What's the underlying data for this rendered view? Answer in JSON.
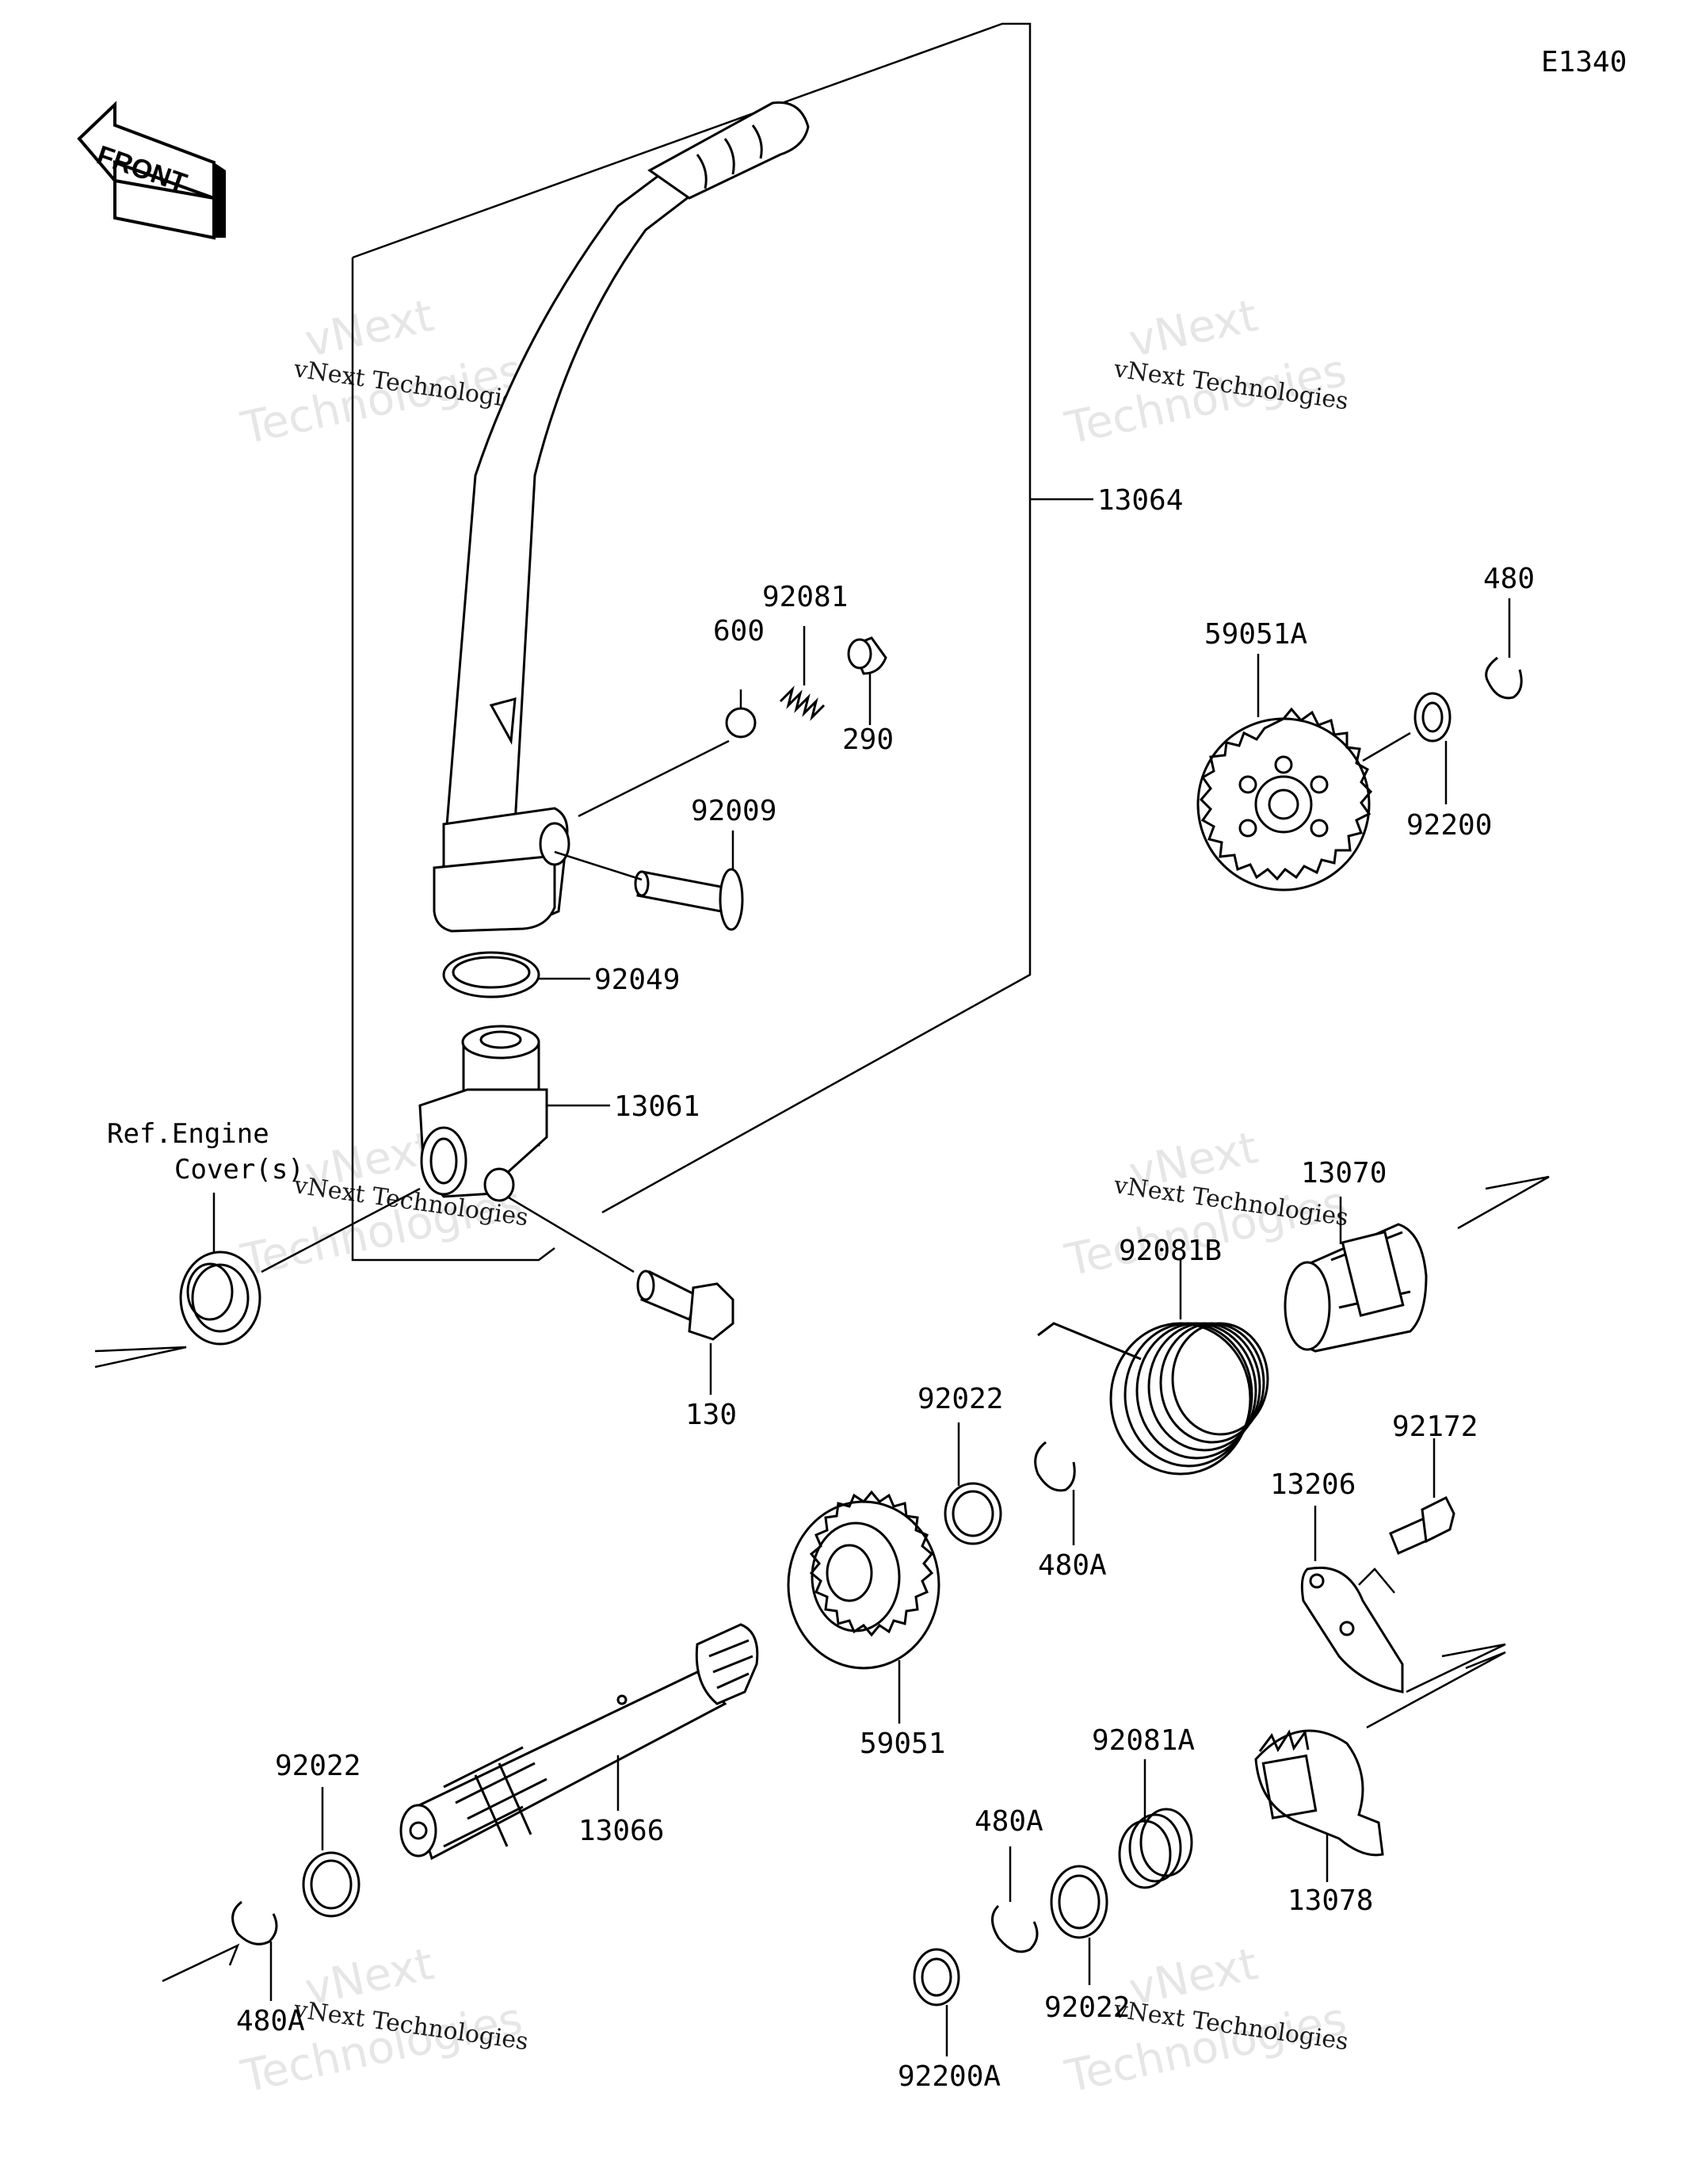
{
  "diagram_code": "E1340",
  "front_label": "FRONT",
  "reference_note": [
    "Ref.Engine",
    "Cover(s)"
  ],
  "watermark": {
    "line1": "vNext Technologies",
    "big_top": "vNext",
    "big_bottom": "Technologies"
  },
  "parts": {
    "p13064": "13064",
    "p92081": "92081",
    "p600": "600",
    "p290": "290",
    "p92009": "92009",
    "p92049": "92049",
    "p13061": "13061",
    "p130": "130",
    "p480_top": "480",
    "p59051A": "59051A",
    "p92200": "92200",
    "p13070": "13070",
    "p92081B": "92081B",
    "p92022_top": "92022",
    "p480A_mid": "480A",
    "p92172": "92172",
    "p13206": "13206",
    "p59051": "59051",
    "p92081A": "92081A",
    "p92022_left": "92022",
    "p13066": "13066",
    "p480A_low": "480A",
    "p13078": "13078",
    "p480A_left": "480A",
    "p92022_low": "92022",
    "p92200A": "92200A"
  },
  "colors": {
    "line": "#000000",
    "watermark": "#e6e6e6",
    "background": "#ffffff"
  }
}
